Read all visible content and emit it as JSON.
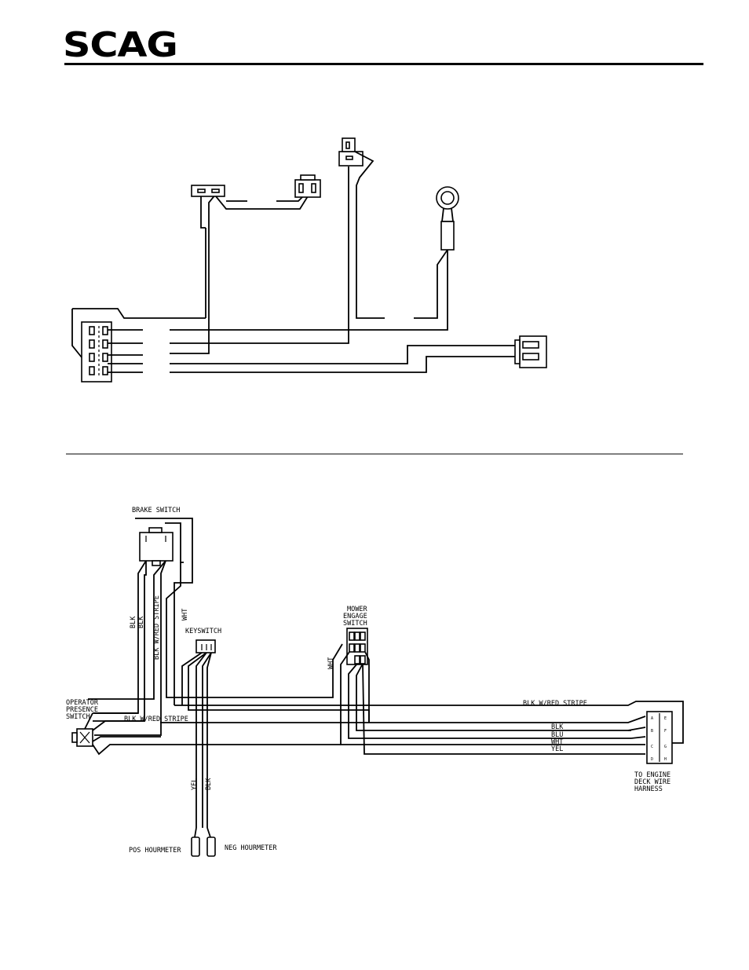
{
  "header": {
    "logo": "SCAG"
  },
  "lower_diagram": {
    "labels": {
      "brake_switch": "BRAKE SWITCH",
      "keyswitch": "KEYSWITCH",
      "mower_engage_1": "MOWER",
      "mower_engage_2": "ENGAGE",
      "mower_engage_3": "SWITCH",
      "operator_1": "OPERATOR",
      "operator_2": "PRESENCE",
      "operator_3": "SWITCH",
      "to_engine_1": "TO ENGINE",
      "to_engine_2": "DECK WIRE",
      "to_engine_3": "HARNESS",
      "pos_hourmeter": "POS HOURMETER",
      "neg_hourmeter": "NEG HOURMETER"
    },
    "wire_labels": {
      "blk_a": "BLK",
      "blk_b": "BLK",
      "blk_red_vertical": "BLK W/RED STRIPE",
      "wht_vertical": "WHT",
      "wht_mower": "WHT",
      "blk_red_top": "BLK W/RED STRIPE",
      "blk_red_operator": "BLK W/RED STRIPE",
      "blk_h": "BLK",
      "blu_h": "BLU",
      "wht_h": "WHT",
      "yel_h": "YEL",
      "yel_v": "YEL",
      "blk_v": "BLK"
    },
    "connector_pins": [
      "A",
      "B",
      "C",
      "D",
      "E",
      "F",
      "G",
      "H"
    ]
  }
}
